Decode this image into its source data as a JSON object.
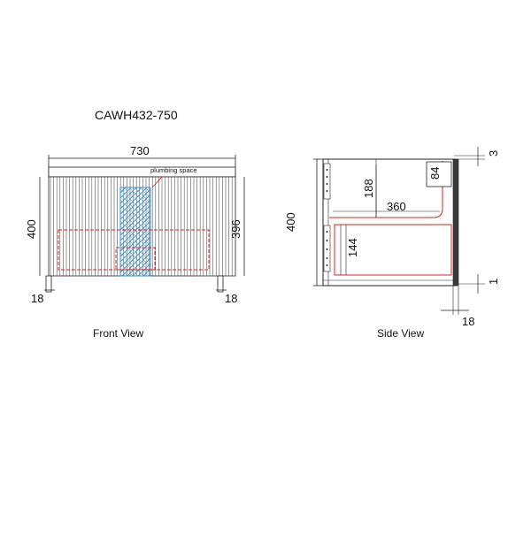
{
  "title": "CAWH432-750",
  "front_view": {
    "label": "Front View",
    "width_dim": "730",
    "height_left_dim": "400",
    "height_right_dim": "396",
    "leg_left_dim": "18",
    "leg_right_dim": "18",
    "plumbing_note": "plumbing space"
  },
  "side_view": {
    "label": "Side View",
    "height_dim": "400",
    "top_gap_dim": "3",
    "drawer_top_dim": "188",
    "depth_dim": "360",
    "drawer_height_dim": "144",
    "bracket_dim": "84",
    "bottom_gap_dim": "1",
    "panel_dim": "18"
  },
  "colors": {
    "line": "#222222",
    "drawer_outline": "#e0201f",
    "plumbing": "#2b8fd6"
  }
}
